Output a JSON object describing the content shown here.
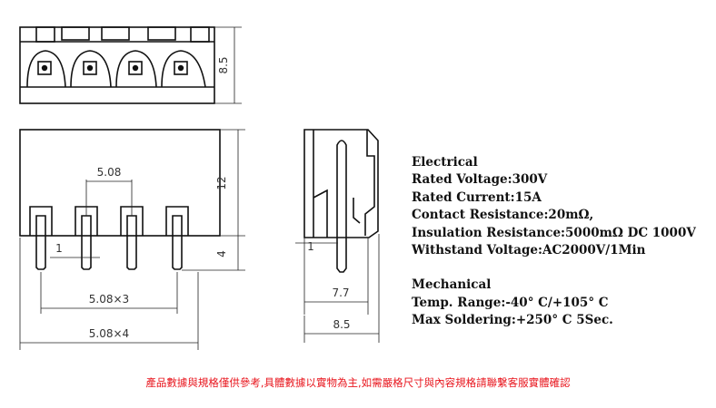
{
  "dimensions": {
    "top_height": "8.5",
    "pitch": "5.08",
    "body_height": "12",
    "pin_length": "4",
    "pin_offset_front": "1",
    "span_3": "5.08×3",
    "span_4": "5.08×4",
    "pin_offset_side": "1",
    "side_pin": "7.7",
    "side_depth": "8.5"
  },
  "specs": {
    "electrical_title": "Electrical",
    "rated_voltage": "Rated Voltage:300V",
    "rated_current": "Rated Current:15A",
    "contact_resistance": "Contact Resistance:20mΩ,",
    "insulation_resistance": "Insulation Resistance:5000mΩ DC 1000V",
    "withstand_voltage": "Withstand Voltage:AC2000V/1Min",
    "mechanical_title": "Mechanical",
    "temp_range": "Temp. Range:-40° C/+105° C",
    "max_soldering": "Max Soldering:+250° C 5Sec."
  },
  "footer_note": "產品數據與規格僅供參考,具體數據以實物為主,如需嚴格尺寸與內容規格請聯繫客服實體確認",
  "colors": {
    "line": "#111111",
    "note": "#e8141c"
  }
}
